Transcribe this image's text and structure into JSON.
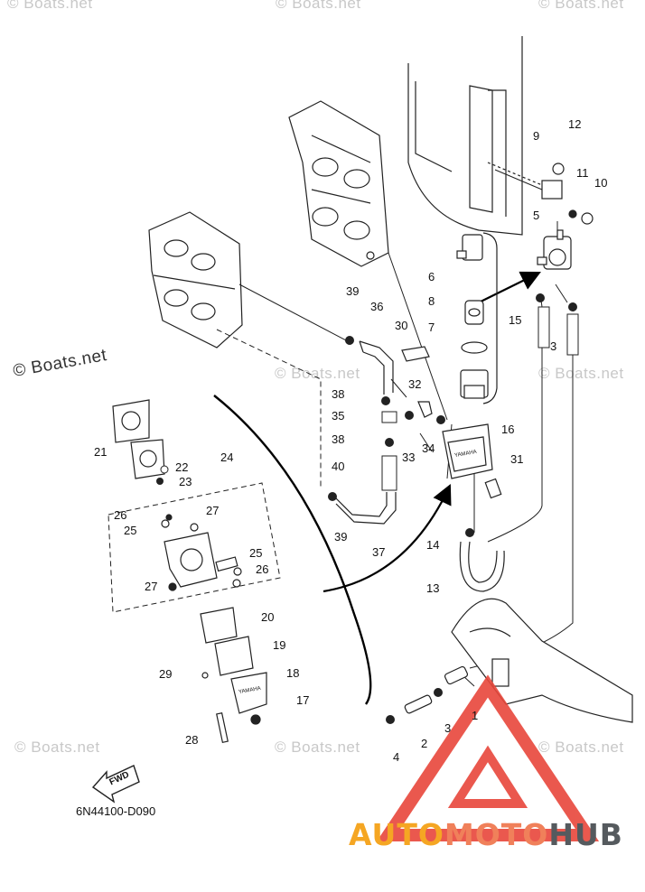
{
  "watermark": {
    "text": "© Boats.net",
    "text_main": "© Boats.net"
  },
  "diagram_code": "6N44100-D090",
  "fwd_label": "FWD",
  "engine_label": "YAMAHA",
  "logo": {
    "part1": "AUTO",
    "part2": "MOTO",
    "part3": "HUB",
    "triangle_color": "#e8473b",
    "accent_color": "#f5a623"
  },
  "parts": {
    "p1": "1",
    "p2": "2",
    "p3a": "3",
    "p3b": "3",
    "p4": "4",
    "p5": "5",
    "p6": "6",
    "p7": "7",
    "p8": "8",
    "p9": "9",
    "p10": "10",
    "p11": "11",
    "p12": "12",
    "p13": "13",
    "p14": "14",
    "p15": "15",
    "p16": "16",
    "p17": "17",
    "p18": "18",
    "p19": "19",
    "p20": "20",
    "p21": "21",
    "p22": "22",
    "p23": "23",
    "p24": "24",
    "p25a": "25",
    "p25b": "25",
    "p26a": "26",
    "p26b": "26",
    "p27a": "27",
    "p27b": "27",
    "p28": "28",
    "p29": "29",
    "p30": "30",
    "p31": "31",
    "p32": "32",
    "p33": "33",
    "p34": "34",
    "p35": "35",
    "p36": "36",
    "p37": "37",
    "p38a": "38",
    "p38b": "38",
    "p39a": "39",
    "p39b": "39",
    "p40": "40"
  }
}
